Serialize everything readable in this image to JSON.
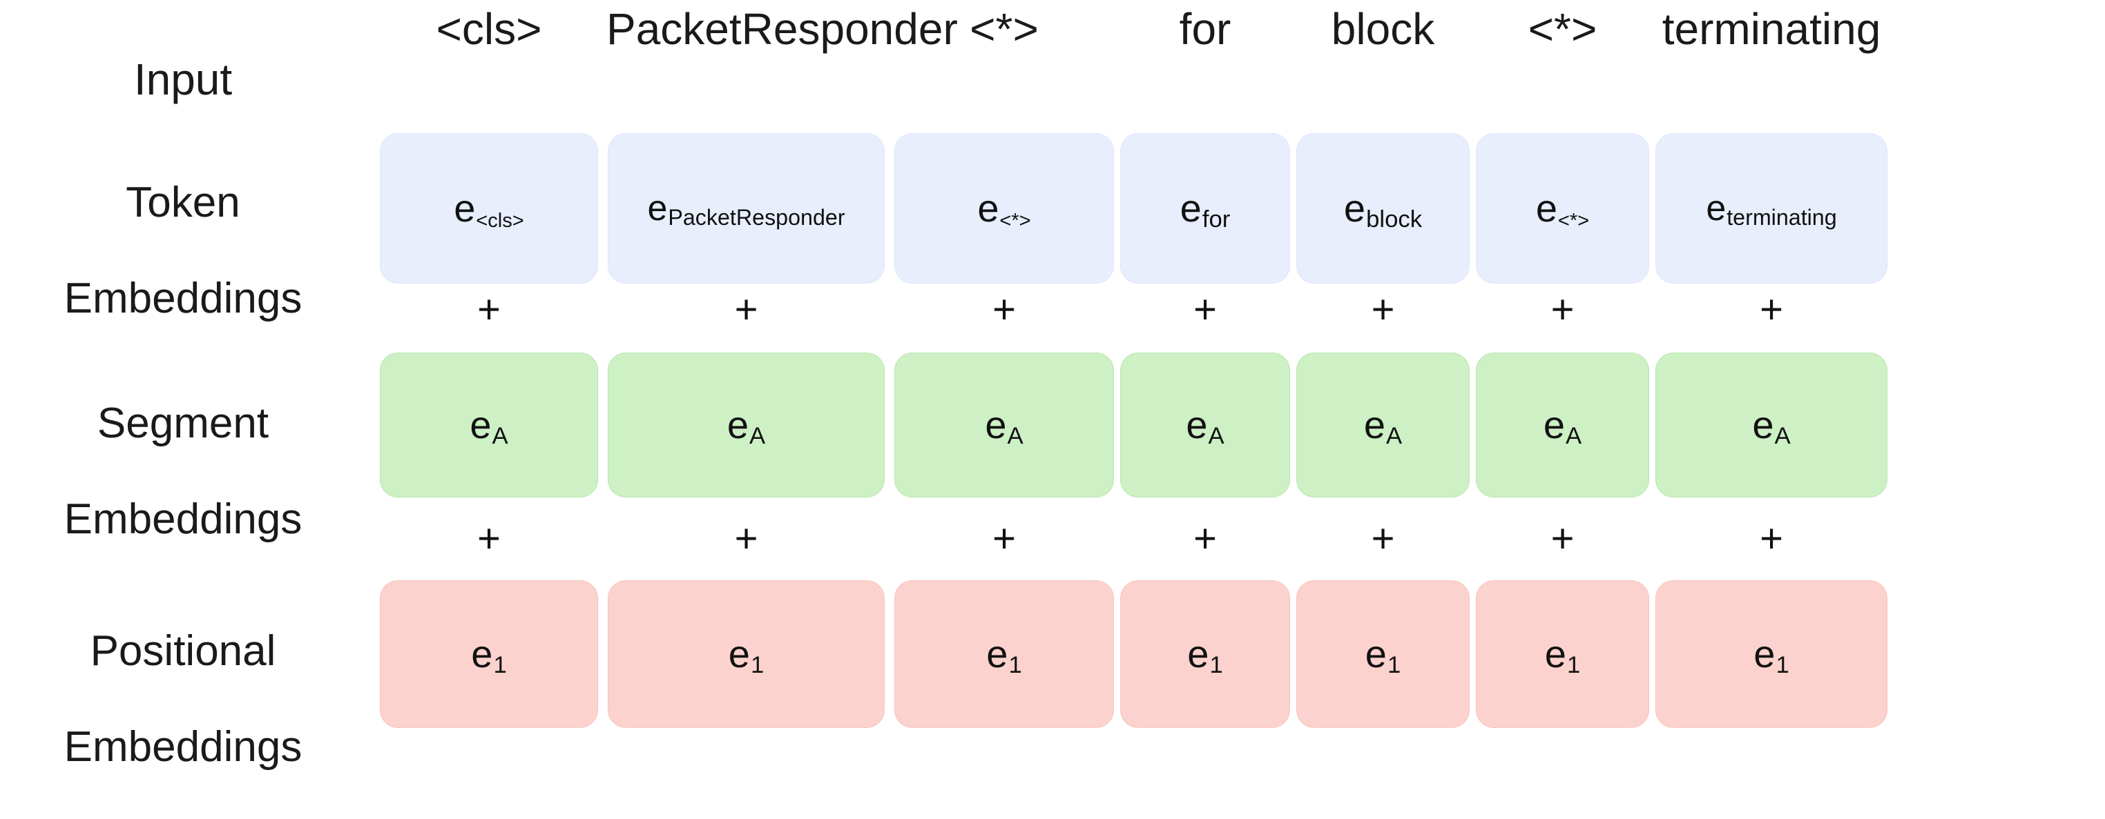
{
  "figure": {
    "type": "embedding-composition-diagram",
    "background_color": "#ffffff"
  },
  "row_labels": {
    "input": "Input",
    "token": {
      "line1": "Token",
      "line2": "Embeddings"
    },
    "segment": {
      "line1": "Segment",
      "line2": "Embeddings"
    },
    "positional": {
      "line1": "Positional",
      "line2": "Embeddings"
    }
  },
  "operators": {
    "plus": "+"
  },
  "colors": {
    "token_box_fill": "#e8eefc",
    "token_box_border": "#dde6fa",
    "segment_box_fill": "#cdf0c4",
    "segment_box_border": "#bbe6b0",
    "positional_box_fill": "#fbd2cd",
    "positional_box_border": "#f8c6c0",
    "text": "#111111"
  },
  "columns": [
    {
      "input": "<cls>",
      "token": {
        "base": "e",
        "sub": "<cls>"
      },
      "segment": {
        "base": "e",
        "sub": "A"
      },
      "positional": {
        "base": "e",
        "sub": "1"
      }
    },
    {
      "input": "PacketResponder",
      "token": {
        "base": "e",
        "sub": "PacketResponder"
      },
      "segment": {
        "base": "e",
        "sub": "A"
      },
      "positional": {
        "base": "e",
        "sub": "1"
      }
    },
    {
      "input": "<*>",
      "token": {
        "base": "e",
        "sub": "<*>"
      },
      "segment": {
        "base": "e",
        "sub": "A"
      },
      "positional": {
        "base": "e",
        "sub": "1"
      }
    },
    {
      "input": "for",
      "token": {
        "base": "e",
        "sub": "for"
      },
      "segment": {
        "base": "e",
        "sub": "A"
      },
      "positional": {
        "base": "e",
        "sub": "1"
      }
    },
    {
      "input": "block",
      "token": {
        "base": "e",
        "sub": "block"
      },
      "segment": {
        "base": "e",
        "sub": "A"
      },
      "positional": {
        "base": "e",
        "sub": "1"
      }
    },
    {
      "input": "<*>",
      "token": {
        "base": "e",
        "sub": "<*>"
      },
      "segment": {
        "base": "e",
        "sub": "A"
      },
      "positional": {
        "base": "e",
        "sub": "1"
      }
    },
    {
      "input": "terminating",
      "token": {
        "base": "e",
        "sub": "terminating"
      },
      "segment": {
        "base": "e",
        "sub": "A"
      },
      "positional": {
        "base": "e",
        "sub": "1"
      }
    }
  ]
}
